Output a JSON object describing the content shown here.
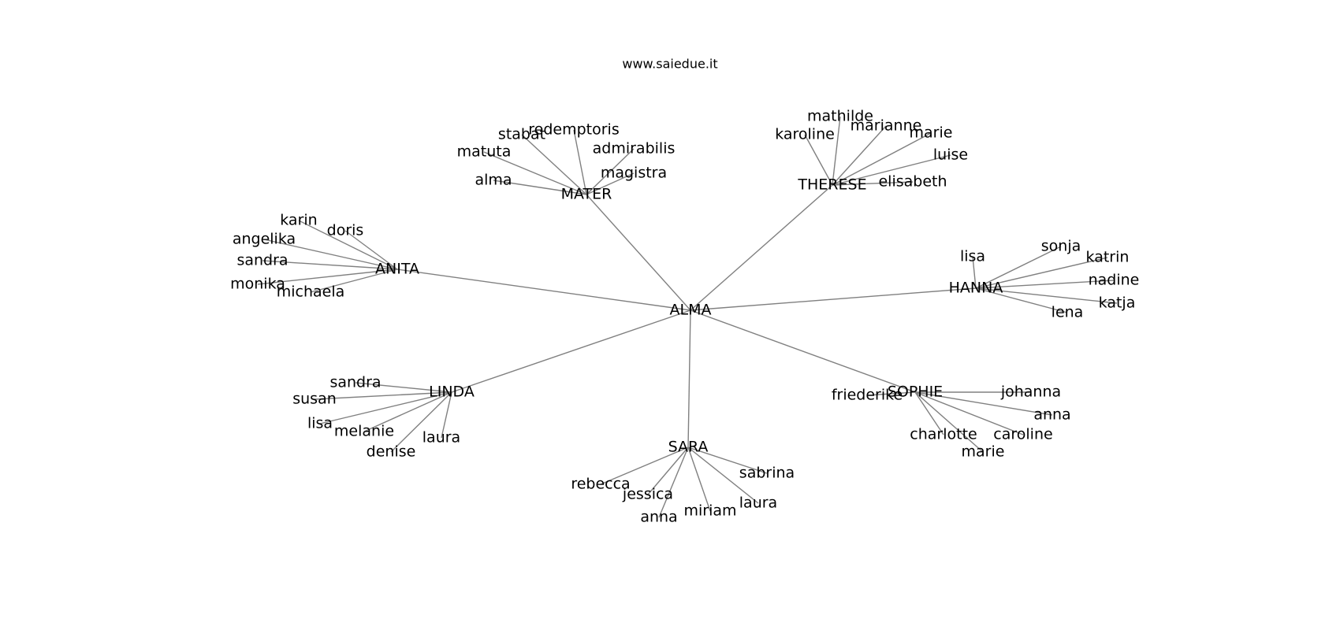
{
  "title": "www.saiedue.it",
  "root": "ALMA",
  "groups": [
    {
      "id": "mater",
      "name": "MATER",
      "children": [
        "stabat",
        "redemptoris",
        "matuta",
        "admirabilis",
        "magistra",
        "alma"
      ]
    },
    {
      "id": "therese",
      "name": "THERESE",
      "children": [
        "mathilde",
        "marianne",
        "karoline",
        "marie",
        "luise",
        "elisabeth"
      ]
    },
    {
      "id": "anita",
      "name": "ANITA",
      "children": [
        "karin",
        "doris",
        "angelika",
        "sandra",
        "monika",
        "michaela"
      ]
    },
    {
      "id": "hanna",
      "name": "HANNA",
      "children": [
        "lisa",
        "sonja",
        "katrin",
        "nadine",
        "katja",
        "lena"
      ]
    },
    {
      "id": "linda",
      "name": "LINDA",
      "children": [
        "sandra",
        "susan",
        "lisa",
        "melanie",
        "laura",
        "denise"
      ]
    },
    {
      "id": "sophie",
      "name": "SOPHIE",
      "children": [
        "friederike",
        "johanna",
        "anna",
        "charlotte",
        "caroline",
        "marie"
      ]
    },
    {
      "id": "sara",
      "name": "SARA",
      "children": [
        "sabrina",
        "rebecca",
        "jessica",
        "laura",
        "miriam",
        "anna"
      ]
    }
  ]
}
